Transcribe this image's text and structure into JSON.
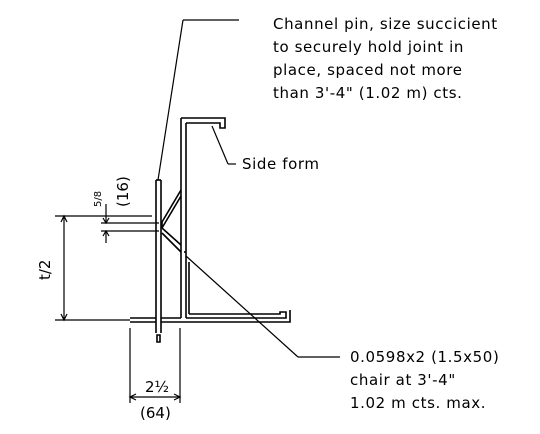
{
  "annotations": {
    "channel_pin": [
      "Channel pin, size succicient",
      "to securely hold joint in",
      "place, spaced not more",
      "than 3'-4\" (1.02 m) cts."
    ],
    "side_form": "Side form",
    "chair": [
      "0.0598x2 (1.5x50)",
      "chair at 3'-4\"",
      "1.02 m cts. max."
    ]
  },
  "dimensions": {
    "offset_imperial": "5/8",
    "offset_metric": "(16)",
    "depth_label": "t/2",
    "width_imperial": "2½",
    "width_metric": "(64)"
  }
}
